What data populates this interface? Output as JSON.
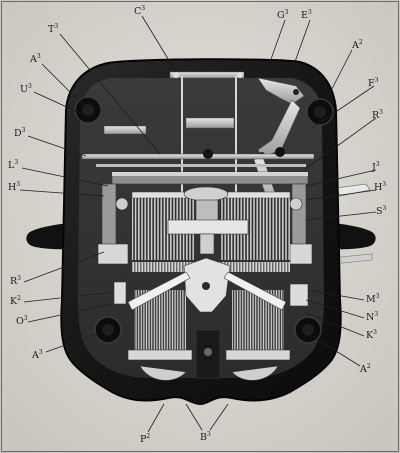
{
  "figure": {
    "labels": [
      {
        "id": "C",
        "sup": "3"
      },
      {
        "id": "G",
        "sup": "3"
      },
      {
        "id": "E",
        "sup": "3"
      },
      {
        "id": "T",
        "sup": "3"
      },
      {
        "id": "A",
        "sup": "3"
      },
      {
        "id": "A",
        "sup": "2"
      },
      {
        "id": "U",
        "sup": "3"
      },
      {
        "id": "F",
        "sup": "3"
      },
      {
        "id": "D",
        "sup": "3"
      },
      {
        "id": "R",
        "sup": "3"
      },
      {
        "id": "L",
        "sup": "3"
      },
      {
        "id": "J",
        "sup": "3"
      },
      {
        "id": "H",
        "sup": "3"
      },
      {
        "id": "H",
        "sup": "3"
      },
      {
        "id": "S",
        "sup": "3"
      },
      {
        "id": "R",
        "sup": "3"
      },
      {
        "id": "K",
        "sup": "2"
      },
      {
        "id": "M",
        "sup": "3"
      },
      {
        "id": "O",
        "sup": "3"
      },
      {
        "id": "N",
        "sup": "3"
      },
      {
        "id": "K",
        "sup": "3"
      },
      {
        "id": "A",
        "sup": "3"
      },
      {
        "id": "A",
        "sup": "2"
      },
      {
        "id": "P",
        "sup": "2"
      },
      {
        "id": "B",
        "sup": "3"
      }
    ]
  }
}
